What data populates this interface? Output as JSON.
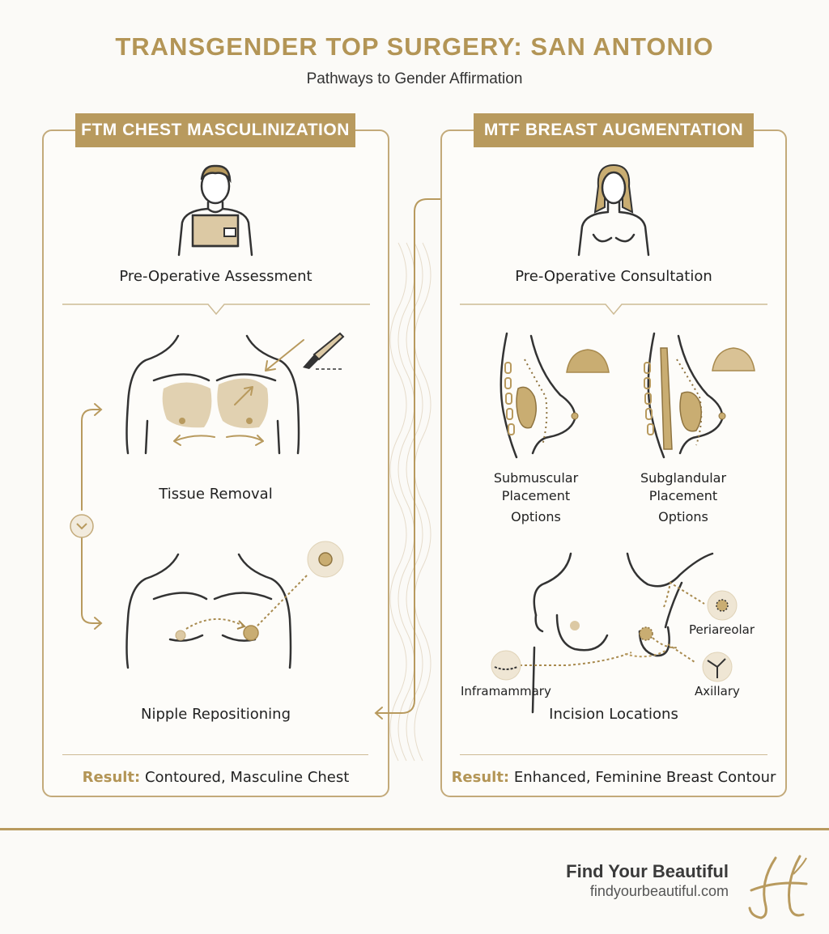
{
  "header": {
    "title": "TRANSGENDER TOP SURGERY: SAN ANTONIO",
    "subtitle": "Pathways to Gender Affirmation"
  },
  "ftm": {
    "banner": "FTM CHEST MASCULINIZATION",
    "steps": [
      {
        "label": "Pre-Operative Assessment",
        "icon": "male-figure-binder-icon"
      },
      {
        "label": "Tissue Removal",
        "icon": "chest-tissue-removal-icon"
      },
      {
        "label": "Nipple Repositioning",
        "icon": "nipple-repositioning-icon"
      }
    ],
    "result_lead": "Result:",
    "result_text": "Contoured, Masculine Chest"
  },
  "mtf": {
    "banner": "MTF BREAST AUGMENTATION",
    "steps": [
      {
        "label": "Pre-Operative Consultation",
        "icon": "female-figure-icon"
      }
    ],
    "placement": [
      {
        "line1": "Submuscular",
        "line2": "Placement",
        "line3": "Options"
      },
      {
        "line1": "Subglandular",
        "line2": "Placement",
        "line3": "Options"
      }
    ],
    "incisions": {
      "label": "Incision Locations",
      "periareolar": "Periareolar",
      "inframammary": "Inframammary",
      "axillary": "Axillary"
    },
    "result_lead": "Result:",
    "result_text": "Enhanced, Feminine Breast Contour"
  },
  "brand": {
    "name": "Find Your Beautiful",
    "url": "findyourbeautiful.com",
    "logo_icon": "script-h-logo-icon"
  },
  "colors": {
    "gold": "#b89a5e",
    "skin": "#dcc9a4",
    "line": "#333333"
  }
}
